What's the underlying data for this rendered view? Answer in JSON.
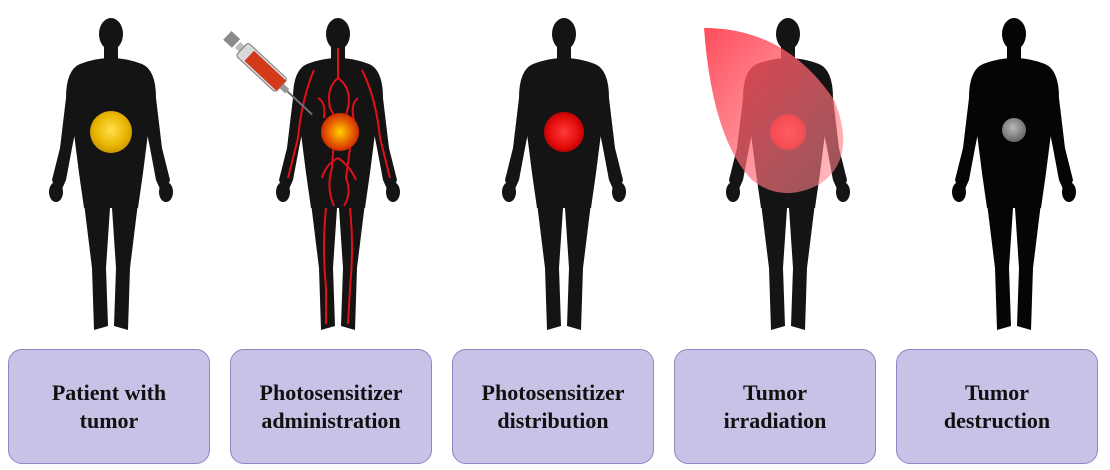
{
  "stages": [
    {
      "label": "Patient with\ntumor",
      "tumor_color": "#f2c200"
    },
    {
      "label": "Photosensitizer\nadministration",
      "tumor_color": "#f08a00"
    },
    {
      "label": "Photosensitizer\ndistribution",
      "tumor_color": "#e81010"
    },
    {
      "label": "Tumor\nirradiation",
      "tumor_color": "#e81010"
    },
    {
      "label": "Tumor\ndestruction",
      "tumor_color": "#8c8c8c"
    }
  ],
  "colors": {
    "silhouette": "#141414",
    "stage_box_fill": "#c8c3e6",
    "stage_box_border": "#8f86c4",
    "vessels": "#e0101a",
    "light_beam": "#ff4d5a"
  }
}
